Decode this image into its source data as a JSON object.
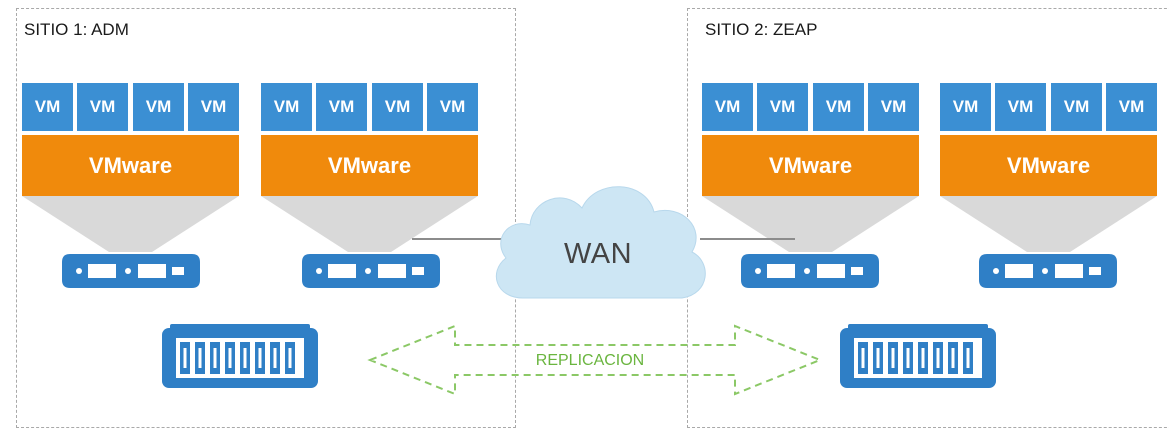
{
  "diagram": {
    "sites": [
      {
        "title": "SITIO 1: ADM",
        "hosts": [
          {
            "vms": [
              "VM",
              "VM",
              "VM",
              "VM"
            ],
            "hypervisor": "VMware"
          },
          {
            "vms": [
              "VM",
              "VM",
              "VM",
              "VM"
            ],
            "hypervisor": "VMware"
          }
        ]
      },
      {
        "title": "SITIO 2: ZEAP",
        "hosts": [
          {
            "vms": [
              "VM",
              "VM",
              "VM",
              "VM"
            ],
            "hypervisor": "VMware"
          },
          {
            "vms": [
              "VM",
              "VM",
              "VM",
              "VM"
            ],
            "hypervisor": "VMware"
          }
        ]
      }
    ],
    "network": {
      "label": "WAN"
    },
    "replication": {
      "label": "REPLICACION"
    },
    "colors": {
      "vm": "#3b8fd3",
      "hypervisor": "#f08a0c",
      "server": "#2f7fc6",
      "cloud": "#cde6f4",
      "replication": "#8bc866",
      "funnel": "#d9d9d9"
    }
  }
}
